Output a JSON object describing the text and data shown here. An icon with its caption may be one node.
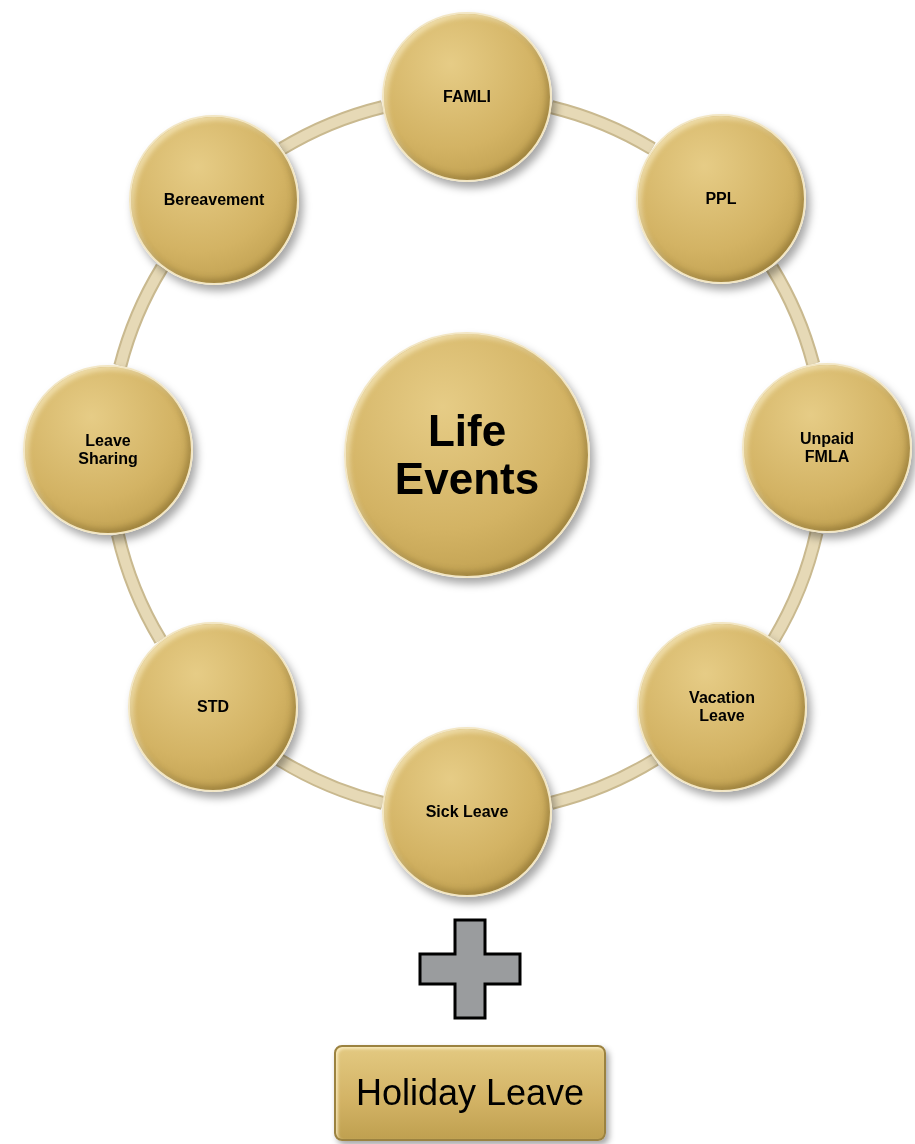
{
  "diagram": {
    "nodes": [
      {
        "text": [
          "Life Events"
        ]
      },
      {
        "text": [
          "FAMLI"
        ]
      },
      {
        "text": [
          "PPL"
        ]
      },
      {
        "text": [
          "Unpaid FMLA"
        ]
      },
      {
        "text": [
          "Vacation Leave"
        ]
      },
      {
        "text": [
          "Sick Leave"
        ]
      },
      {
        "text": [
          "STD"
        ]
      },
      {
        "text": [
          "Leave Sharing"
        ]
      },
      {
        "text": [
          "Bereavement"
        ]
      },
      {
        "text": [
          "Holiday Leave"
        ]
      }
    ],
    "edges": [
      {
        "from": 1,
        "to": 2,
        "arrow": "none"
      },
      {
        "from": 2,
        "to": 3,
        "arrow": "none"
      },
      {
        "from": 3,
        "to": 4,
        "arrow": "none"
      },
      {
        "from": 4,
        "to": 5,
        "arrow": "none"
      },
      {
        "from": 5,
        "to": 6,
        "arrow": "none"
      },
      {
        "from": 6,
        "to": 7,
        "arrow": "none"
      },
      {
        "from": 7,
        "to": 8,
        "arrow": "none"
      },
      {
        "from": 8,
        "to": 1,
        "arrow": "none"
      }
    ]
  }
}
